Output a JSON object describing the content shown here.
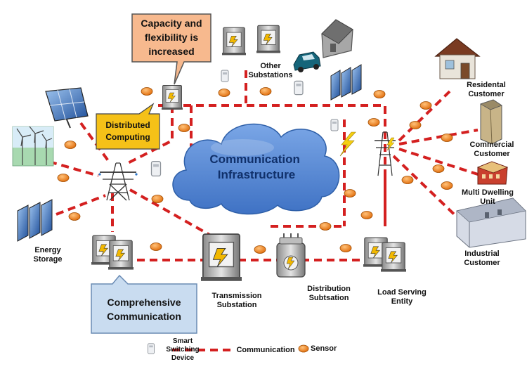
{
  "cloud": {
    "label": "Communication\nInfrastructure"
  },
  "callouts": {
    "capacity": "Capacity and\nflexibility is\nincreased",
    "distributed": "Distributed\nComputing",
    "comprehensive": "Comprehensive\nCommunication"
  },
  "labels": {
    "other_substations": "Other\nSubstations",
    "residential": "Residental\nCustomer",
    "commercial": "Commercial\nCustomer",
    "multi_dwelling": "Multi Dwelling\nUnit",
    "industrial": "Industrial\nCustomer",
    "energy_storage": "Energy\nStorage",
    "transmission": "Transmission\nSubstation",
    "distribution": "Distribution\nSubtsation",
    "load_serving": "Load Serving\nEntity"
  },
  "legend": {
    "switching": "Smart\nSwitching\nDevice",
    "communication": "Communication",
    "sensor": "Sensor"
  },
  "colors": {
    "link": "#d42020",
    "cloud": "#5b8fd8",
    "sensor": "#f08a1e",
    "callout_capacity": "#f7b98e",
    "callout_distributed": "#f5c118",
    "callout_comprehensive": "#c9dcf0"
  },
  "icons": {
    "switching": "smart-switching-device-icon",
    "sensor": "sensor-icon",
    "substation": "substation-icon",
    "house": "house-icon",
    "tower": "transmission-tower-icon",
    "solar": "solar-panel-icon",
    "wind": "wind-turbine-icon",
    "car": "electric-car-icon",
    "bolt": "lightning-icon"
  }
}
